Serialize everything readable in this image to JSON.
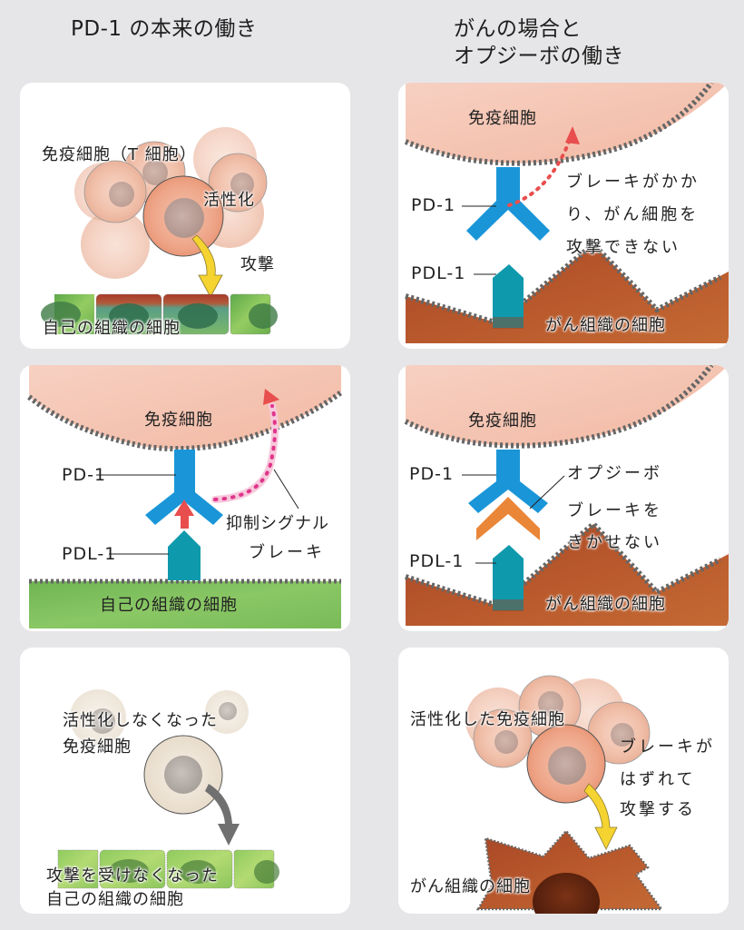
{
  "headings": {
    "left": "PD-1 の本来の働き",
    "right_line1": "がんの場合と",
    "right_line2": "オプジーボの働き"
  },
  "panels": {
    "left_top": {
      "immune_cell_label": "免疫細胞（T 細胞）",
      "activated_label": "活性化",
      "attack_label": "攻撃",
      "tissue_label": "自己の組織の細胞"
    },
    "left_mid": {
      "immune_cell_label": "免疫細胞",
      "pd1_label": "PD-1",
      "pdl1_label": "PDL-1",
      "signal_label_line1": "抑制シグナル",
      "signal_label_line2": "ブレーキ",
      "tissue_label": "自己の組織の細胞"
    },
    "left_bottom": {
      "immune_label_line1": "活性化しなくなった",
      "immune_label_line2": "免疫細胞",
      "tissue_label_line1": "攻撃を受けなくなった",
      "tissue_label_line2": "自己の組織の細胞"
    },
    "right_top": {
      "immune_cell_label": "免疫細胞",
      "pd1_label": "PD-1",
      "pdl1_label": "PDL-1",
      "note_line1": "ブレーキがかか",
      "note_line2": "り、がん細胞を",
      "note_line3": "攻撃できない",
      "cancer_label": "がん組織の細胞"
    },
    "right_mid": {
      "immune_cell_label": "免疫細胞",
      "pd1_label": "PD-1",
      "pdl1_label": "PDL-1",
      "drug_label": "オプジーボ",
      "note_line1": "ブレーキを",
      "note_line2": "きかせない",
      "cancer_label": "がん組織の細胞"
    },
    "right_bottom": {
      "immune_label": "活性化した免疫細胞",
      "note_line1": "ブレーキが",
      "note_line2": "はずれて",
      "note_line3": "攻撃する",
      "cancer_label": "がん組織の細胞"
    }
  },
  "colors": {
    "background": "#e6e6e8",
    "immune_cell": "#f3c2ae",
    "pd1_receptor": "#1a96d8",
    "pdl1_ligand": "#0f99ad",
    "opdivo": "#ea8638",
    "self_tissue": "#7cc063",
    "cancer_tissue": "#b4532c",
    "signal_arrow": "#e84e4e",
    "attack_arrow": "#f5d330"
  }
}
